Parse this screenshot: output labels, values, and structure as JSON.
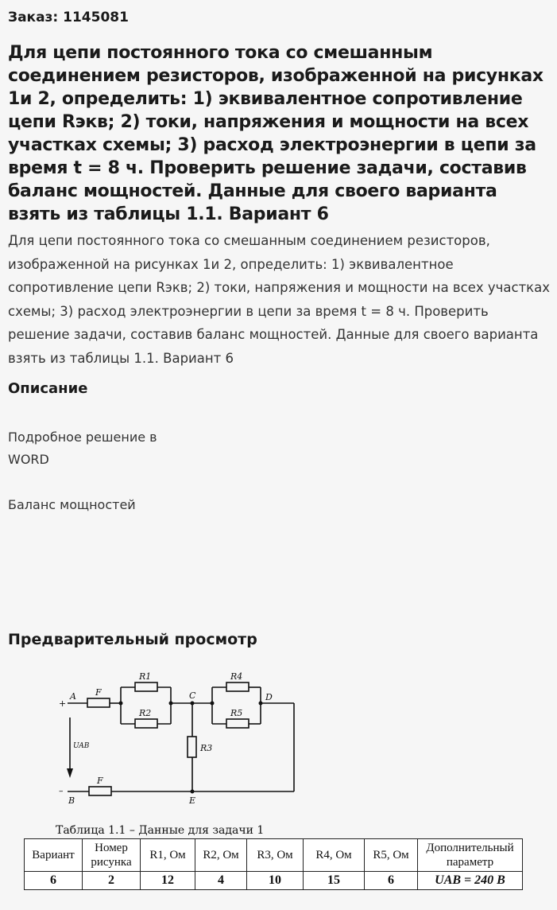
{
  "order_label": "Заказ: 1145081",
  "heading": "Для цепи постоянного тока со смешанным соединением резисторов, изображенной на рисунках 1и 2, определить: 1) эквивалентное сопротивление цепи Rэкв; 2) токи, напряжения и мощности на всех участках схемы; 3) расход электроэнергии в цепи за время t = 8 ч. Проверить решение задачи, составив баланс мощностей. Данные для своего варианта взять из таблицы 1.1. Вариант 6",
  "body_text": "Для цепи постоянного тока со смешанным соединением резисторов, изображенной на рисунках 1и 2, определить: 1) эквивалентное сопротивление цепи Rэкв; 2) токи, напряжения и мощности на всех участках схемы; 3) расход электроэнергии в цепи за время t = 8 ч. Проверить решение задачи, составив баланс мощностей. Данные для своего варианта взять из таблицы 1.1. Вариант 6",
  "description": {
    "title": "Описание",
    "line1": "Подробное решение в",
    "line2": "WORD",
    "line3": "Баланс мощностей"
  },
  "preview": {
    "title": "Предварительный просмотр",
    "circuit_labels": {
      "plus": "+",
      "minus": "–",
      "A": "A",
      "B": "B",
      "C": "C",
      "D": "D",
      "E": "E",
      "F_top": "F",
      "F_bottom": "F",
      "R1": "R1",
      "R2": "R2",
      "R3": "R3",
      "R4": "R4",
      "R5": "R5",
      "UAB": "UAB"
    },
    "table_caption": "Таблица 1.1 – Данные для задачи 1",
    "table_headers": [
      "Вариант",
      "Номер рисунка",
      "R1, Ом",
      "R2, Ом",
      "R3, Ом",
      "R4, Ом",
      "R5, Ом",
      "Дополнительный параметр"
    ],
    "table_values": [
      "6",
      "2",
      "12",
      "4",
      "10",
      "15",
      "6",
      "UAB = 240 В"
    ]
  }
}
